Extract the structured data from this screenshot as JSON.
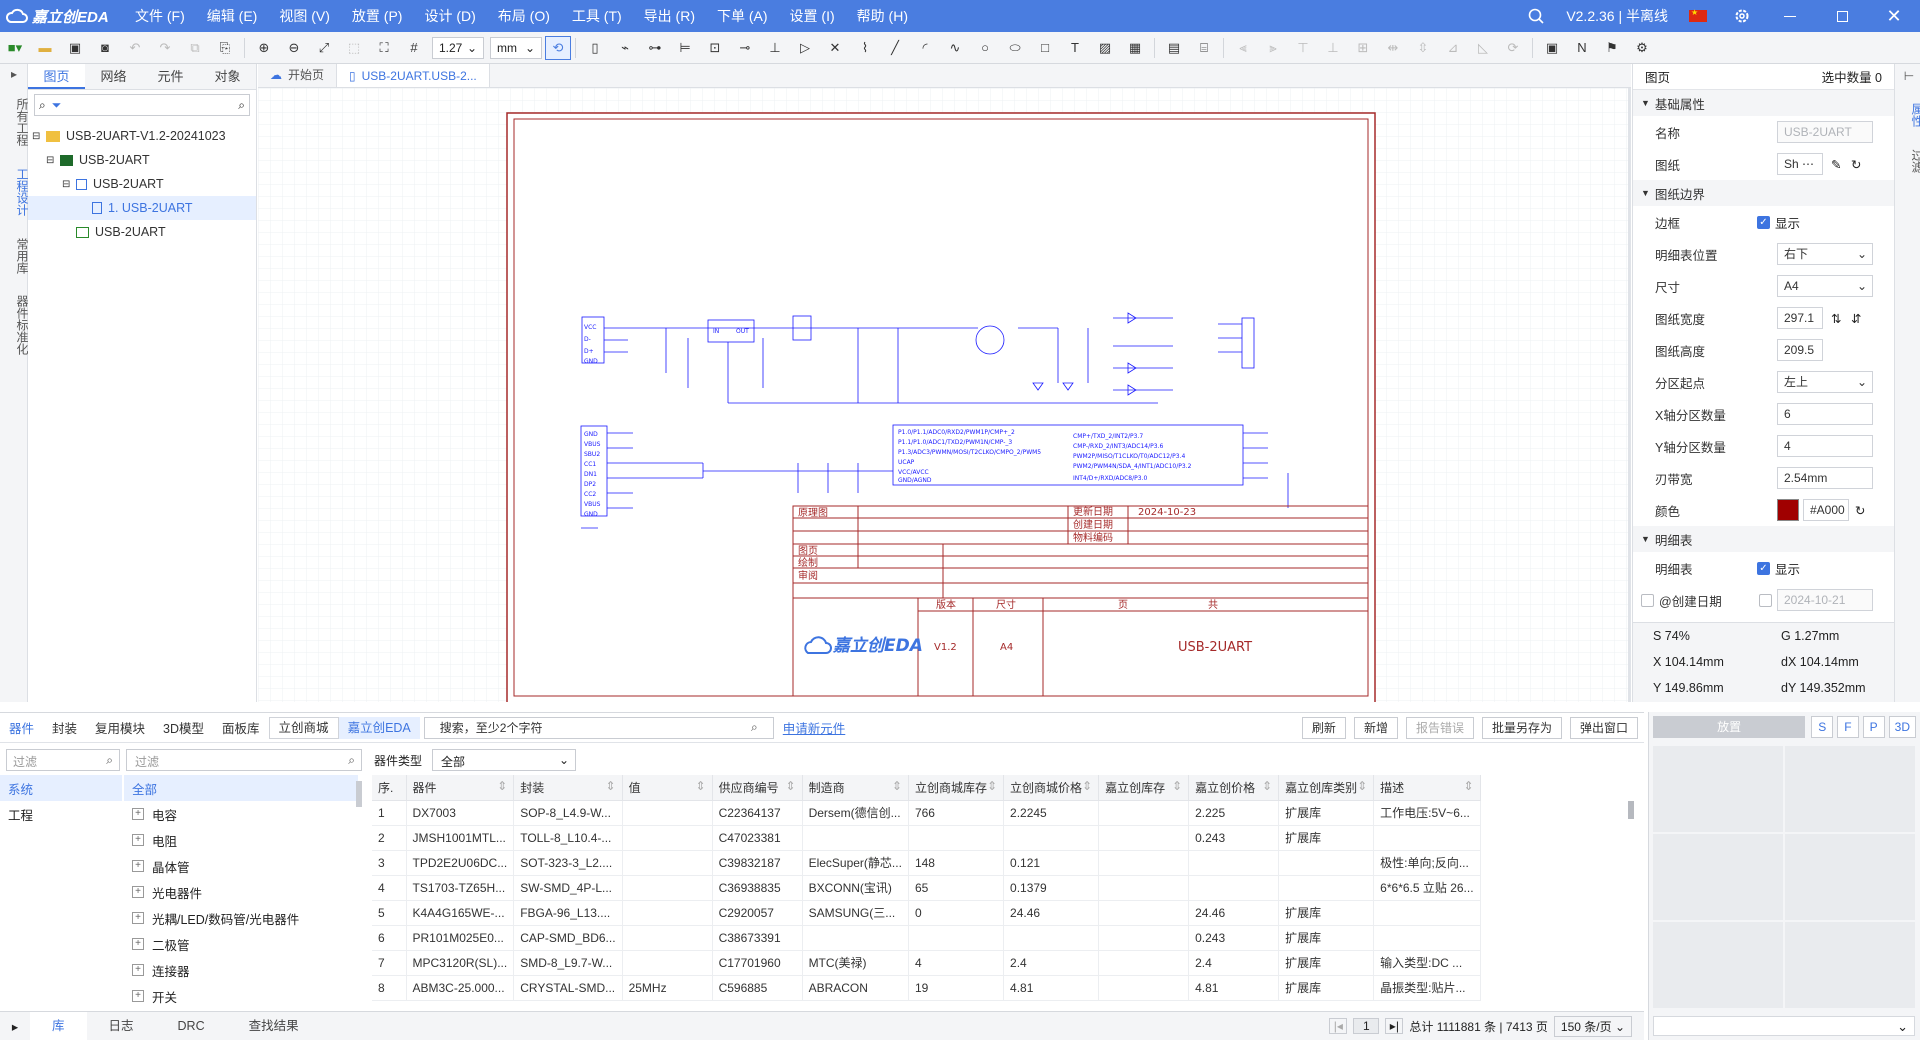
{
  "app": {
    "logo_text": "嘉立创EDA",
    "menu": [
      "文件 (F)",
      "编辑 (E)",
      "视图 (V)",
      "放置 (P)",
      "设计 (D)",
      "布局 (O)",
      "工具 (T)",
      "导出 (R)",
      "下单 (A)",
      "设置 (I)",
      "帮助 (H)"
    ],
    "version": "V2.2.36 | 半离线"
  },
  "toolbar": {
    "grid_value": "1.27",
    "unit": "mm"
  },
  "left_strip": [
    "所有工程",
    "工程设计",
    "常用库",
    "器件标准化"
  ],
  "left_panel": {
    "tabs": [
      "图页",
      "网络",
      "元件",
      "对象"
    ],
    "tree": [
      {
        "label": "USB-2UART-V1.2-20241023",
        "level": 0
      },
      {
        "label": "USB-2UART",
        "level": 1
      },
      {
        "label": "USB-2UART",
        "level": 2
      },
      {
        "label": "1. USB-2UART",
        "level": 3
      },
      {
        "label": "USB-2UART",
        "level": 2
      }
    ]
  },
  "doc_tabs": [
    "开始页",
    "USB-2UART.USB-2..."
  ],
  "titleblock": {
    "update_date_label": "更新日期",
    "update_date": "2024-10-23",
    "create_date_label": "创建日期",
    "part_code_label": "物料编码",
    "drawn_label": "原理图",
    "review_label": "图页",
    "check_label": "绘制",
    "approve_label": "审阅",
    "version_label": "版本",
    "version": "V1.2",
    "size_label": "尺寸",
    "size": "A4",
    "page_label": "页",
    "total_label": "共",
    "name": "USB-2UART",
    "logo": "嘉立创EDA"
  },
  "right_panel": {
    "header_left": "图页",
    "header_right": "选中数量  0",
    "sec_basic": "基础属性",
    "name_label": "名称",
    "name_value": "USB-2UART",
    "sheet_label": "图纸",
    "sheet_value": "Sh",
    "sec_border": "图纸边界",
    "border_label": "边框",
    "show": "显示",
    "titlepos_label": "明细表位置",
    "titlepos_value": "右下",
    "size_label": "尺寸",
    "size_value": "A4",
    "width_label": "图纸宽度",
    "width_value": "297.1",
    "height_label": "图纸高度",
    "height_value": "209.5",
    "origin_label": "分区起点",
    "origin_value": "左上",
    "xcount_label": "X轴分区数量",
    "xcount_value": "6",
    "ycount_label": "Y轴分区数量",
    "ycount_value": "4",
    "blade_label": "刃带宽",
    "blade_value": "2.54mm",
    "color_label": "颜色",
    "color_value": "#A000",
    "sec_table": "明细表",
    "table_label": "明细表",
    "created_label": "@创建日期",
    "created_value": "2024-10-21",
    "status": {
      "s": "S   74%",
      "g": "G   1.27mm",
      "x": "X   104.14mm",
      "dx": "dX   104.14mm",
      "y": "Y   149.86mm",
      "dy": "dY   149.352mm"
    },
    "strip": [
      "属性",
      "过滤"
    ]
  },
  "bottom": {
    "tabs": [
      "器件",
      "封装",
      "复用模块",
      "3D模型",
      "面板库",
      "立创商城",
      "嘉立创EDA"
    ],
    "search_placeholder": "搜索，至少2个字符",
    "apply_link": "申请新元件",
    "buttons": [
      "刷新",
      "新增",
      "报告错误",
      "批量另存为",
      "弹出窗口"
    ],
    "filter_placeholder": "过滤",
    "left_list": [
      "系统",
      "工程"
    ],
    "type_label": "器件类型",
    "type_value": "全部",
    "categories": [
      "全部",
      "电容",
      "电阻",
      "晶体管",
      "光电器件",
      "光耦/LED/数码管/光电器件",
      "二极管",
      "连接器",
      "开关"
    ],
    "columns": [
      "序.",
      "器件",
      "封装",
      "值",
      "供应商编号",
      "制造商",
      "立创商城库存",
      "立创商城价格",
      "嘉立创库存",
      "嘉立创价格",
      "嘉立创库类别",
      "描述"
    ],
    "rows": [
      [
        "1",
        "DX7003",
        "SOP-8_L4.9-W...",
        "",
        "C22364137",
        "Dersem(德信创...",
        "766",
        "2.2245",
        "",
        "2.225",
        "扩展库",
        "工作电压:5V~6..."
      ],
      [
        "2",
        "JMSH1001MTL...",
        "TOLL-8_L10.4-...",
        "",
        "C47023381",
        "",
        "",
        "",
        "",
        "0.243",
        "扩展库",
        ""
      ],
      [
        "3",
        "TPD2E2U06DC...",
        "SOT-323-3_L2....",
        "",
        "C39832187",
        "ElecSuper(静芯...",
        "148",
        "0.121",
        "",
        "",
        "",
        "极性:单向;反向..."
      ],
      [
        "4",
        "TS1703-TZ65H...",
        "SW-SMD_4P-L...",
        "",
        "C36938835",
        "BXCONN(宝讯)",
        "65",
        "0.1379",
        "",
        "",
        "",
        "6*6*6.5 立贴 26..."
      ],
      [
        "5",
        "K4A4G165WE-...",
        "FBGA-96_L13....",
        "",
        "C2920057",
        "SAMSUNG(三...",
        "0",
        "24.46",
        "",
        "24.46",
        "扩展库",
        ""
      ],
      [
        "6",
        "PR101M025E0...",
        "CAP-SMD_BD6...",
        "",
        "C38673391",
        "",
        "",
        "",
        "",
        "0.243",
        "扩展库",
        ""
      ],
      [
        "7",
        "MPC3120R(SL)...",
        "SMD-8_L9.7-W...",
        "",
        "C17701960",
        "MTC(美禄)",
        "4",
        "2.4",
        "",
        "2.4",
        "扩展库",
        "输入类型:DC ..."
      ],
      [
        "8",
        "ABM3C-25.000...",
        "CRYSTAL-SMD...",
        "25MHz",
        "C596885",
        "ABRACON",
        "19",
        "4.81",
        "",
        "4.81",
        "扩展库",
        "晶振类型:贴片..."
      ]
    ],
    "preview_place": "放置",
    "preview_btns": [
      "S",
      "F",
      "P",
      "3D"
    ]
  },
  "statusbar": {
    "tabs": [
      "库",
      "日志",
      "DRC",
      "查找结果"
    ],
    "page": "1",
    "total": "总计 1111881 条 | 7413 页",
    "per_page": "150 条/页"
  },
  "colors": {
    "accent": "#4a7de0",
    "sheet_border": "#a52a2a",
    "schematic": "#1a1aff"
  }
}
